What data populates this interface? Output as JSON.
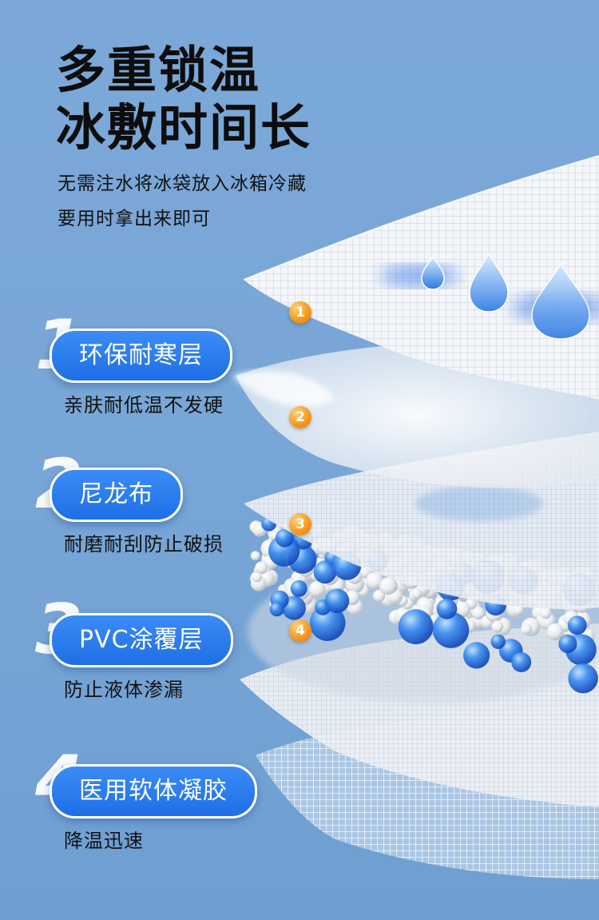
{
  "heading": {
    "title_line1": "多重锁温",
    "title_line2": "冰敷时间长",
    "subtitle_line1": "无需注水将冰袋放入冰箱冷藏",
    "subtitle_line2": "要用时拿出来即可"
  },
  "layers": [
    {
      "number": "1",
      "name": "环保耐寒层",
      "description": "亲肤耐低温不发硬"
    },
    {
      "number": "2",
      "name": "尼龙布",
      "description": "耐磨耐刮防止破损"
    },
    {
      "number": "3",
      "name": "PVC涂覆层",
      "description": "防止液体渗漏"
    },
    {
      "number": "4",
      "name": "医用软体凝胶",
      "description": "降温迅速"
    }
  ],
  "callouts": [
    "1",
    "2",
    "3",
    "4"
  ],
  "colors": {
    "background": "#7aa7d7",
    "pill": "#2a7bef",
    "badge": "#f79a1e",
    "gel_bead": "#2f7ee8"
  }
}
